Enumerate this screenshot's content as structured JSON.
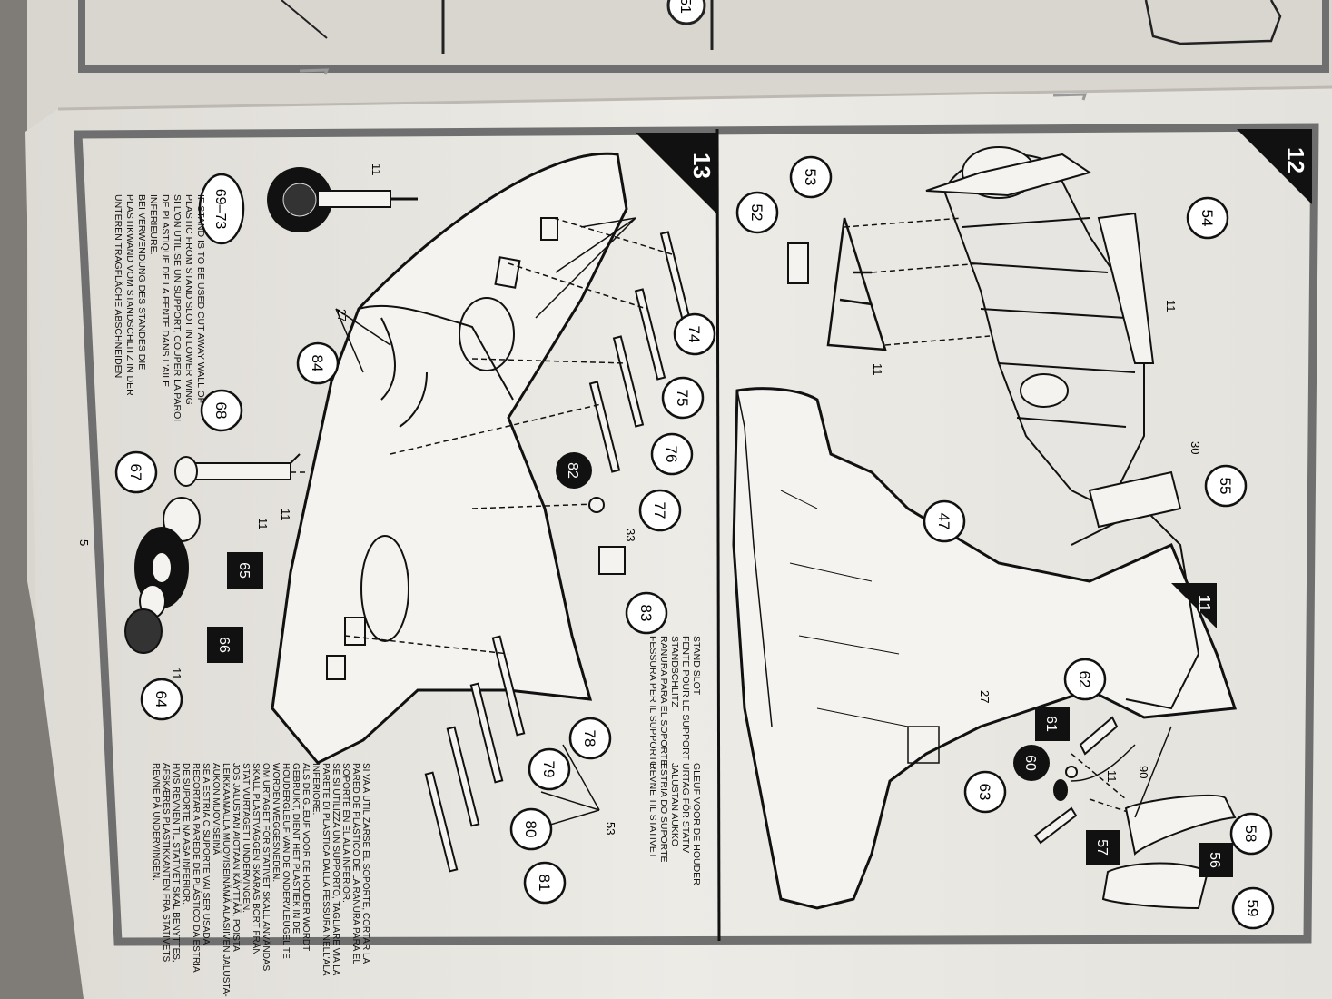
{
  "page_number": "5",
  "top_fragment": {
    "callout": "51"
  },
  "step13": {
    "number": "13",
    "callouts": [
      "74",
      "75",
      "76",
      "77",
      "78",
      "79",
      "80",
      "81",
      "84",
      "68",
      "67",
      "64",
      "83",
      "69–73"
    ],
    "callouts_dark": [
      "82",
      "65",
      "66"
    ],
    "part_numbers": [
      "11",
      "11",
      "11",
      "11",
      "27",
      "33",
      "53"
    ],
    "note_lines": [
      "IF STAND IS TO BE USED CUT AWAY WALL OF",
      "PLASTIC FROM STAND SLOT IN LOWER WING",
      "SI L'ON UTILISE UN SUPPORT, COUPER LA PAROI",
      "DE PLASTIQUE DE LA FENTE DANS L'AILE",
      "INFERIEURE.",
      "BEI VERWENDUNG DES STANDES DIE",
      "PLASTIKWAND VOM STANDSCHLITZ IN DER",
      "UNTEREN TRAGFLÄCHE ABSCHNEIDEN"
    ],
    "stand_slot_lines": [
      "STAND SLOT",
      "FENTE POUR LE SUPPORT",
      "STANDSCHLITZ",
      "RANURA PARA EL SOPORTE",
      "FESSURA PER IL SUPPORTO"
    ],
    "stand_slot_lines2": [
      "GLEUF VOOR DE HOUDER",
      "URTAG FÖR STATIV",
      "JALUSTAN AUKKO",
      "ESTRIA DO SUPORTE",
      "REVNE TIL STATIVET"
    ],
    "multi_lines": [
      "SI VA A UTILIZARSE EL SOPORTE, CORTAR LA",
      "PARED DE PLÁSTICO DE LA RANURA PARA EL",
      "SOPORTE EN EL ALA INFERIOR.",
      "SE SI UTILIZZA UN SUPPORTO, TAGLIARE VIA LA",
      "PARETE DI PLASTICA DALLA FESSURA NELL'ALA",
      "INFERIORE.",
      "ALS DE GLEUF VOOR DE HOUDER WORDT",
      "GEBRUIKT, DIENT HET PLASTIEK IN DE",
      "HOUDERGLEUF VAN DE ONDERVLEUGEL TE",
      "WORDEN WEGGESNEDEN.",
      "OM URTAGET FÖR STATIVET SKALL ANVÄNDAS",
      "SKALL PLASTVÄGGEN SKÄRAS BORT FRÅN",
      "STATIVURTAGET I UNDERVINGEN.",
      "JOS JALUSTAN AIOTAAN KÄYTTÄÄ, POISTA",
      "LEIKKAAMALLA MUOVISEINÄMÄ ALASIIVEN JALUSTA-",
      "AUKON MUOVISEINÄ.",
      "SE A ESTRIA O SUPORTE VAI SER USADA",
      "RECORTAR A PAREDE DE PLÁSTICO DA ESTRIA",
      "DE SUPORTE NA ASA INFERIOR.",
      "HVIS REVNEN TIL STATIVET SKAL BENYTTES,",
      "AFSKÆRES PLASTIKKANTEN FRA STATIVETS",
      "REVNE PÅ UNDERVINGEN."
    ]
  },
  "step12": {
    "number": "12",
    "sub_step": "11",
    "callouts": [
      "53",
      "52",
      "54",
      "55",
      "47",
      "62",
      "63",
      "58",
      "59"
    ],
    "callouts_dark": [
      "61",
      "60",
      "57",
      "56"
    ],
    "part_numbers": [
      "11",
      "11",
      "30",
      "27",
      "11",
      "90"
    ]
  },
  "colors": {
    "paper": "#e9e7e2",
    "ink": "#1a1a1a",
    "border": "#6f6f6f"
  }
}
